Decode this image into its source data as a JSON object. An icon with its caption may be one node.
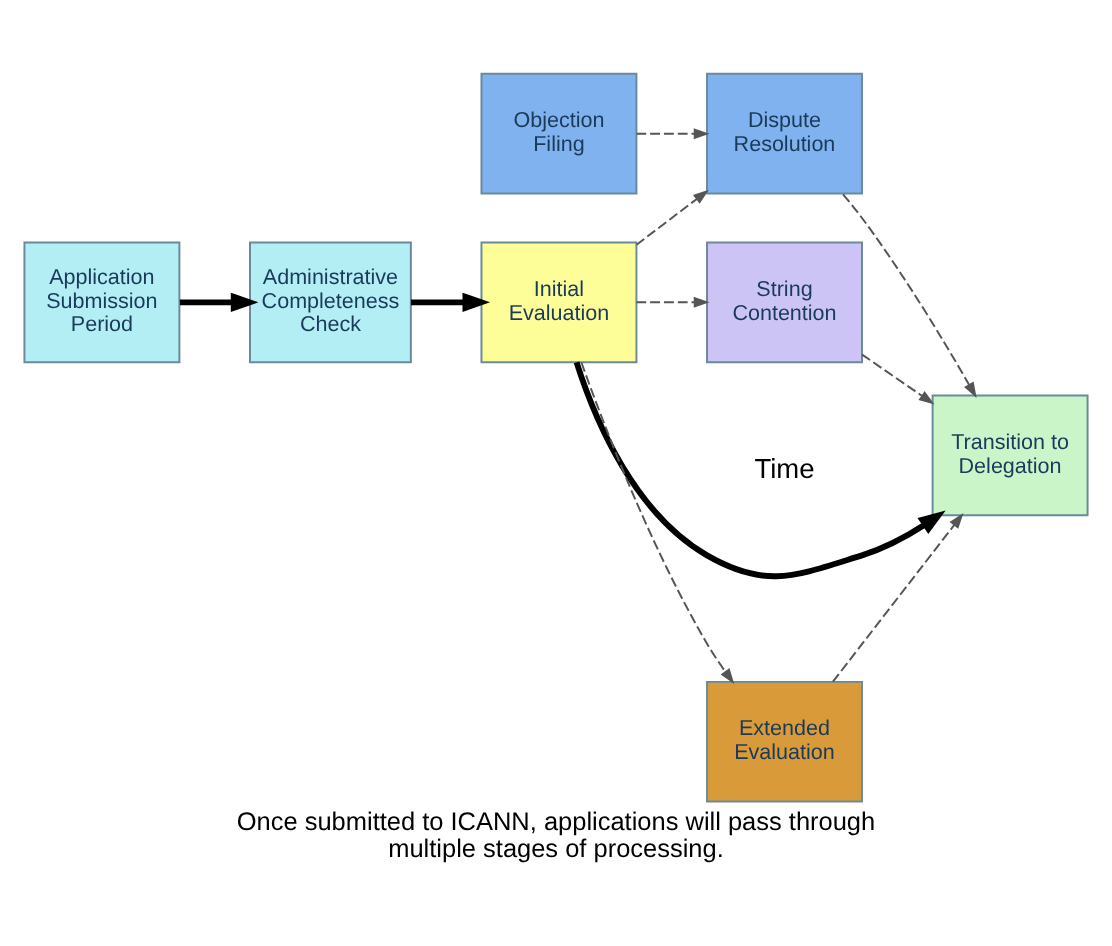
{
  "diagram": {
    "caption": "Once submitted to ICANN, applications will pass through multiple stages of processing.",
    "nodes": [
      {
        "text": [
          "Application Submission Period"
        ]
      },
      {
        "text": [
          "Administrative Completeness Check"
        ]
      },
      {
        "text": [
          "Objection Filing"
        ]
      },
      {
        "text": [
          "Initial Evaluation"
        ]
      },
      {
        "text": [
          "Transition to Delegation"
        ]
      },
      {
        "text": [
          "Extended Evaluation"
        ]
      },
      {
        "text": [
          "Dispute Resolution"
        ]
      },
      {
        "text": [
          "String Contention"
        ]
      }
    ],
    "edges": [
      {
        "from": 0,
        "to": 1,
        "arrow": "to",
        "style": "thick"
      },
      {
        "from": 1,
        "to": 3,
        "arrow": "to",
        "style": "thick"
      },
      {
        "from": 3,
        "to": 4,
        "arrow": "to",
        "style": "thick"
      },
      {
        "from": 2,
        "to": 6,
        "arrow": "to",
        "style": "dashed"
      },
      {
        "from": 3,
        "to": 5,
        "arrow": "to",
        "style": "dashed"
      },
      {
        "from": 3,
        "to": 6,
        "arrow": "to",
        "style": "dashed"
      },
      {
        "from": 3,
        "to": 7,
        "arrow": "to",
        "style": "dashed"
      },
      {
        "from": 5,
        "to": 4,
        "arrow": "to",
        "style": "dashed"
      },
      {
        "from": 6,
        "to": 4,
        "arrow": "to",
        "style": "dashed"
      },
      {
        "from": 7,
        "to": 4,
        "arrow": "to",
        "style": "dashed"
      }
    ],
    "labels": [
      "Time"
    ]
  }
}
